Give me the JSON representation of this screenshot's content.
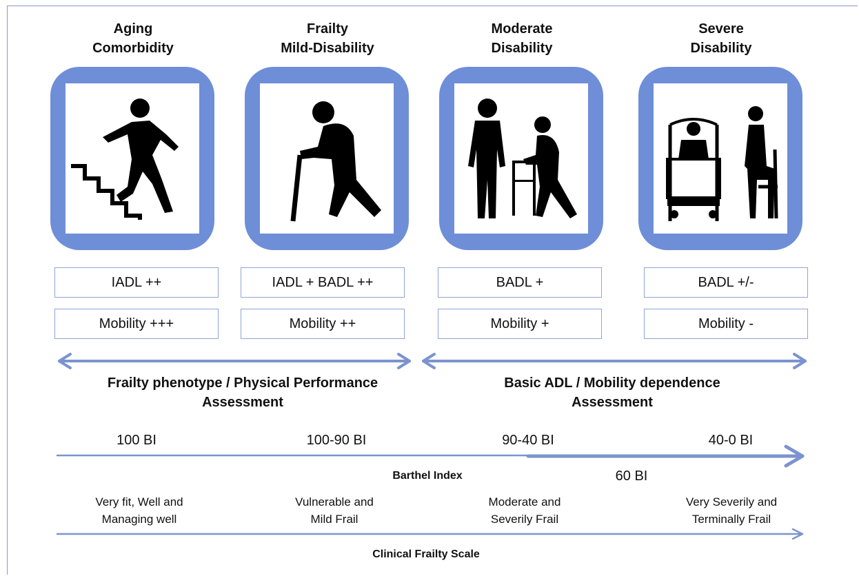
{
  "stages": [
    {
      "title_line1": "Aging",
      "title_line2": "Comorbidity",
      "icon": "stairs-climbing-person-icon",
      "adl": "IADL ++",
      "mobility": "Mobility +++"
    },
    {
      "title_line1": "Frailty",
      "title_line2": "Mild-Disability",
      "icon": "person-with-cane-icon",
      "adl": "IADL + BADL ++",
      "mobility": "Mobility ++"
    },
    {
      "title_line1": "Moderate",
      "title_line2": "Disability",
      "icon": "person-with-walker-and-helper-icon",
      "adl": "BADL +",
      "mobility": "Mobility +"
    },
    {
      "title_line1": "Severe",
      "title_line2": "Disability",
      "icon": "bedridden-person-with-caregiver-icon",
      "adl": "BADL +/-",
      "mobility": "Mobility -"
    }
  ],
  "assessments": {
    "left_line1": "Frailty phenotype / Physical Performance",
    "left_line2": "Assessment",
    "right_line1": "Basic ADL / Mobility dependence",
    "right_line2": "Assessment"
  },
  "barthel": {
    "labels": [
      "100 BI",
      "100-90 BI",
      "90-40 BI",
      "40-0 BI"
    ],
    "scale_label": "Barthel Index",
    "marker": "60 BI"
  },
  "cfs": {
    "labels": [
      {
        "line1": "Very fit, Well and",
        "line2": "Managing well"
      },
      {
        "line1": "Vulnerable and",
        "line2": "Mild Frail"
      },
      {
        "line1": "Moderate and",
        "line2": "Severily Frail"
      },
      {
        "line1": "Very Severily and",
        "line2": "Terminally Frail"
      }
    ],
    "scale_label": "Clinical Frailty Scale"
  },
  "colors": {
    "accent": "#6f8ed8",
    "box_border": "#8fa3d6",
    "arrow": "#7b93cf"
  }
}
